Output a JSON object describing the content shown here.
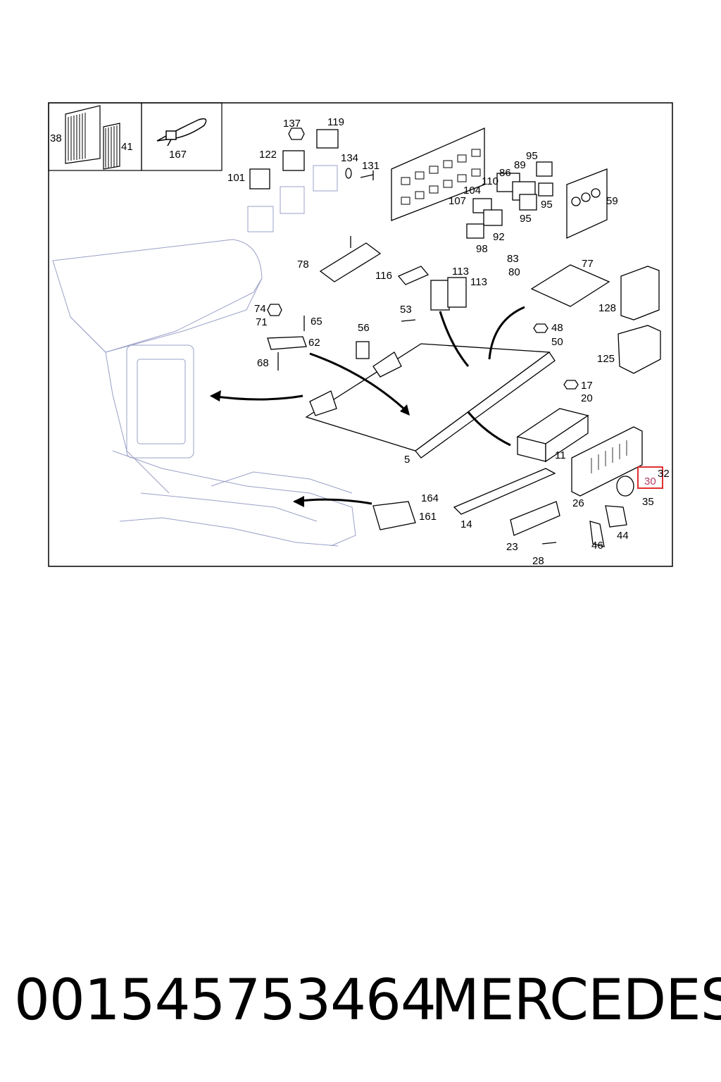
{
  "diagram": {
    "callouts": [
      "38",
      "41",
      "167",
      "137",
      "119",
      "122",
      "134",
      "131",
      "101",
      "95",
      "89",
      "86",
      "110",
      "104",
      "107",
      "92",
      "98",
      "95",
      "95",
      "59",
      "78",
      "116",
      "113",
      "113",
      "83",
      "80",
      "77",
      "128",
      "74",
      "65",
      "71",
      "53",
      "56",
      "62",
      "68",
      "48",
      "50",
      "125",
      "17",
      "20",
      "5",
      "11",
      "32",
      "30",
      "26",
      "35",
      "164",
      "161",
      "14",
      "23",
      "28",
      "46",
      "44"
    ],
    "highlighted_callout": "30",
    "highlight_color": "#e03030"
  },
  "footer": {
    "part_number": "00154575346​4",
    "brand": "MERCEDES"
  }
}
